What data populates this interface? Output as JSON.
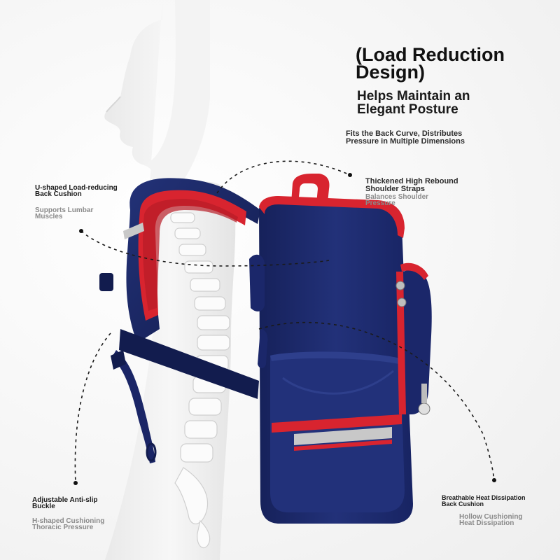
{
  "colors": {
    "navy": "#1d2a6b",
    "navy_dark": "#121c4e",
    "red": "#d8242f",
    "reflective": "#c8c8c8",
    "body": "#eeeeee"
  },
  "heading": {
    "title": "(Load Reduction\n Design)",
    "subtitle": "Helps Maintain an\n Elegant Posture",
    "caption": "Fits the Back Curve, Distributes\n Pressure in Multiple Dimensions"
  },
  "callouts": {
    "back_cushion": {
      "label": "U-shaped Load-reducing\n Back Cushion",
      "sub": "Supports Lumbar\n Muscles"
    },
    "shoulder_straps": {
      "label": "Thickened High Rebound\n Shoulder Straps",
      "sub": "Balances Shoulder\n Pressure"
    },
    "buckle": {
      "label": "Adjustable Anti-slip\n Buckle",
      "sub": "H-shaped Cushioning\n Thoracic Pressure"
    },
    "heat": {
      "label": "Breathable Heat Dissipation\n Back Cushion",
      "sub": "Hollow Cushioning\n Heat Dissipation"
    }
  }
}
